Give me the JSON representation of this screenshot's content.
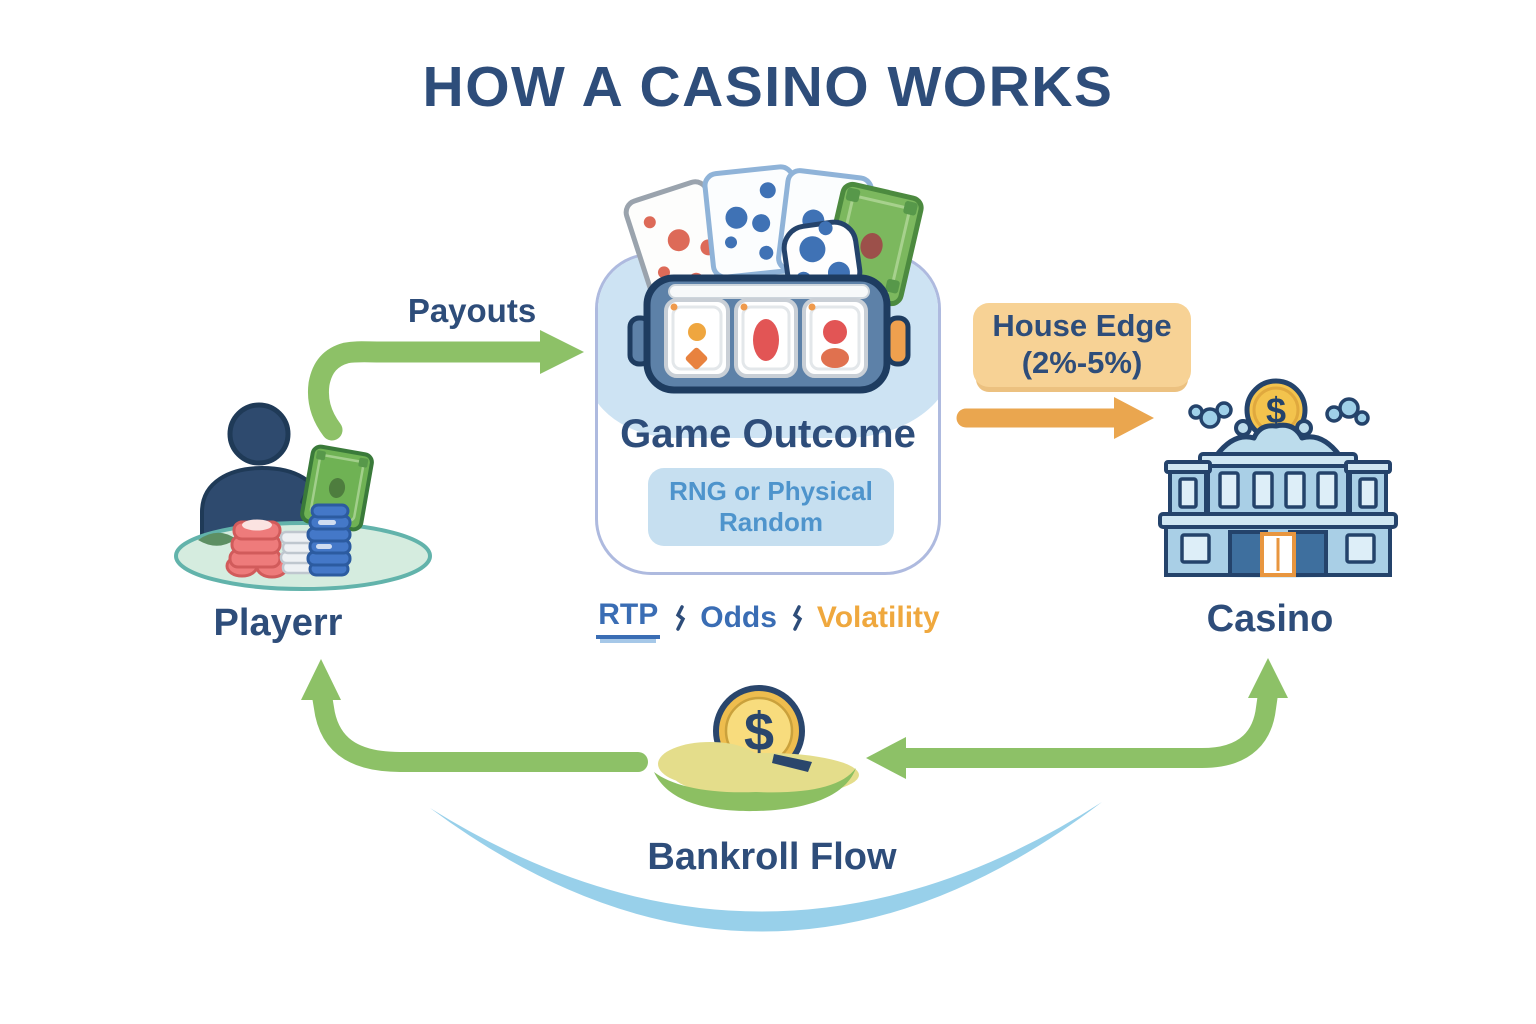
{
  "title": "HOW A CASINO WORKS",
  "player": {
    "label": "Playerr"
  },
  "game": {
    "label": "Game Outcome",
    "randomness": "RNG or Physical Random",
    "metrics": {
      "rtp": "RTP",
      "odds": "Odds",
      "volatility": "Volatility"
    }
  },
  "casino": {
    "label": "Casino"
  },
  "flows": {
    "payouts": {
      "label": "Payouts"
    },
    "house_edge": {
      "label": "House Edge",
      "range": "(2%-5%)"
    },
    "bankroll": {
      "label": "Bankroll Flow"
    }
  },
  "icons": {
    "dollar_sign": "$",
    "player": "player-at-table-icon",
    "game": "slot-machine-with-cards-icon",
    "casino": "casino-building-icon",
    "bankroll": "gold-coin-on-mound-icon"
  },
  "colors": {
    "heading_navy": "#2e4d7a",
    "arrow_green": "#8dc167",
    "arrow_orange": "#eaa64f",
    "house_edge_bg": "#f7d295",
    "metric_blue": "#3a6db4",
    "volatility_orange": "#efa83e",
    "rng_text": "#4e94cc",
    "rng_bg": "#c6dff0",
    "bottom_arc_blue": "#98d0ea",
    "coin_gold": "#f3c34d"
  }
}
